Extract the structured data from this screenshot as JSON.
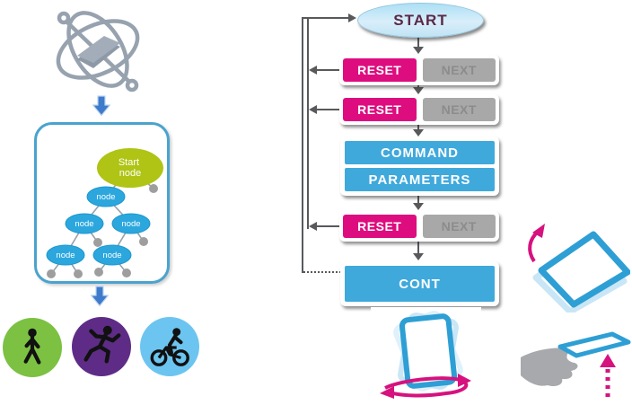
{
  "left": {
    "tree": {
      "root_lines": [
        "Start",
        "node"
      ],
      "node_label": "node",
      "colors": {
        "root_fill": "#AFC414",
        "node_fill": "#2BA7DE",
        "leaf_fill": "#9E9E9E",
        "card_border": "#4AA3CE"
      }
    },
    "activities": [
      {
        "name": "walking",
        "color": "#7CC142"
      },
      {
        "name": "running",
        "color": "#5E2C86"
      },
      {
        "name": "cycling",
        "color": "#6CC5F0"
      }
    ],
    "gyro_color": "#97A2AF",
    "arrow_color": "#3E7BCC"
  },
  "flow": {
    "start_label": "START",
    "rows": [
      {
        "reset": "RESET",
        "next": "NEXT"
      },
      {
        "reset": "RESET",
        "next": "NEXT"
      },
      {
        "reset": "RESET",
        "next": "NEXT"
      }
    ],
    "command_label": "COMMAND",
    "parameters_label": "PARAMETERS",
    "cont_label": "CONT",
    "colors": {
      "reset": "#DE0D7F",
      "next": "#A8A8A8",
      "blue": "#3FA9DC",
      "line": "#58595B",
      "start_text": "#5B2848"
    }
  },
  "gestures": {
    "icons": [
      "shake-tablet-icon",
      "tilt-tablet-icon",
      "lift-tablet-icon"
    ],
    "colors": {
      "device_blue": "#2E9FD4",
      "ghost_blue": "#C9E6F6",
      "gesture_magenta": "#D6127E",
      "hand_gray": "#A7A9AC"
    }
  }
}
